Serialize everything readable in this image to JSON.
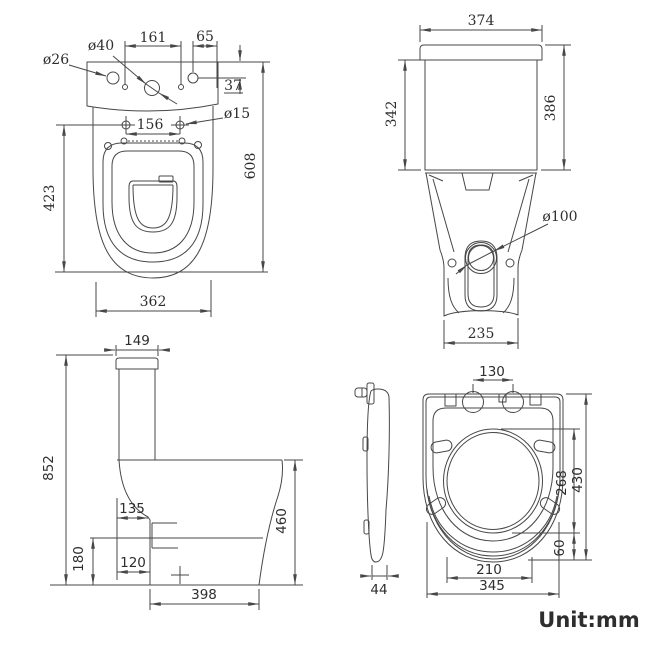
{
  "unit_label": "Unit:mm",
  "colors": {
    "background": "#ffffff",
    "line": "#474747",
    "text": "#2e2e2e"
  },
  "views": {
    "top": {
      "d161": "161",
      "d65": "65",
      "d37": "37",
      "dia26": "ø26",
      "dia40": "ø40",
      "dia15": "ø15",
      "d156": "156",
      "d423": "423",
      "d608": "608",
      "d362": "362"
    },
    "rear": {
      "d374": "374",
      "d342": "342",
      "d386": "386",
      "dia100": "ø100",
      "d235": "235"
    },
    "side": {
      "d149": "149",
      "d852": "852",
      "d135": "135",
      "d120": "120",
      "d180": "180",
      "d398": "398",
      "d460": "460"
    },
    "seat": {
      "d130": "130",
      "d268": "268",
      "d430": "430",
      "d60": "60",
      "d210": "210",
      "d345": "345",
      "d44": "44"
    }
  }
}
